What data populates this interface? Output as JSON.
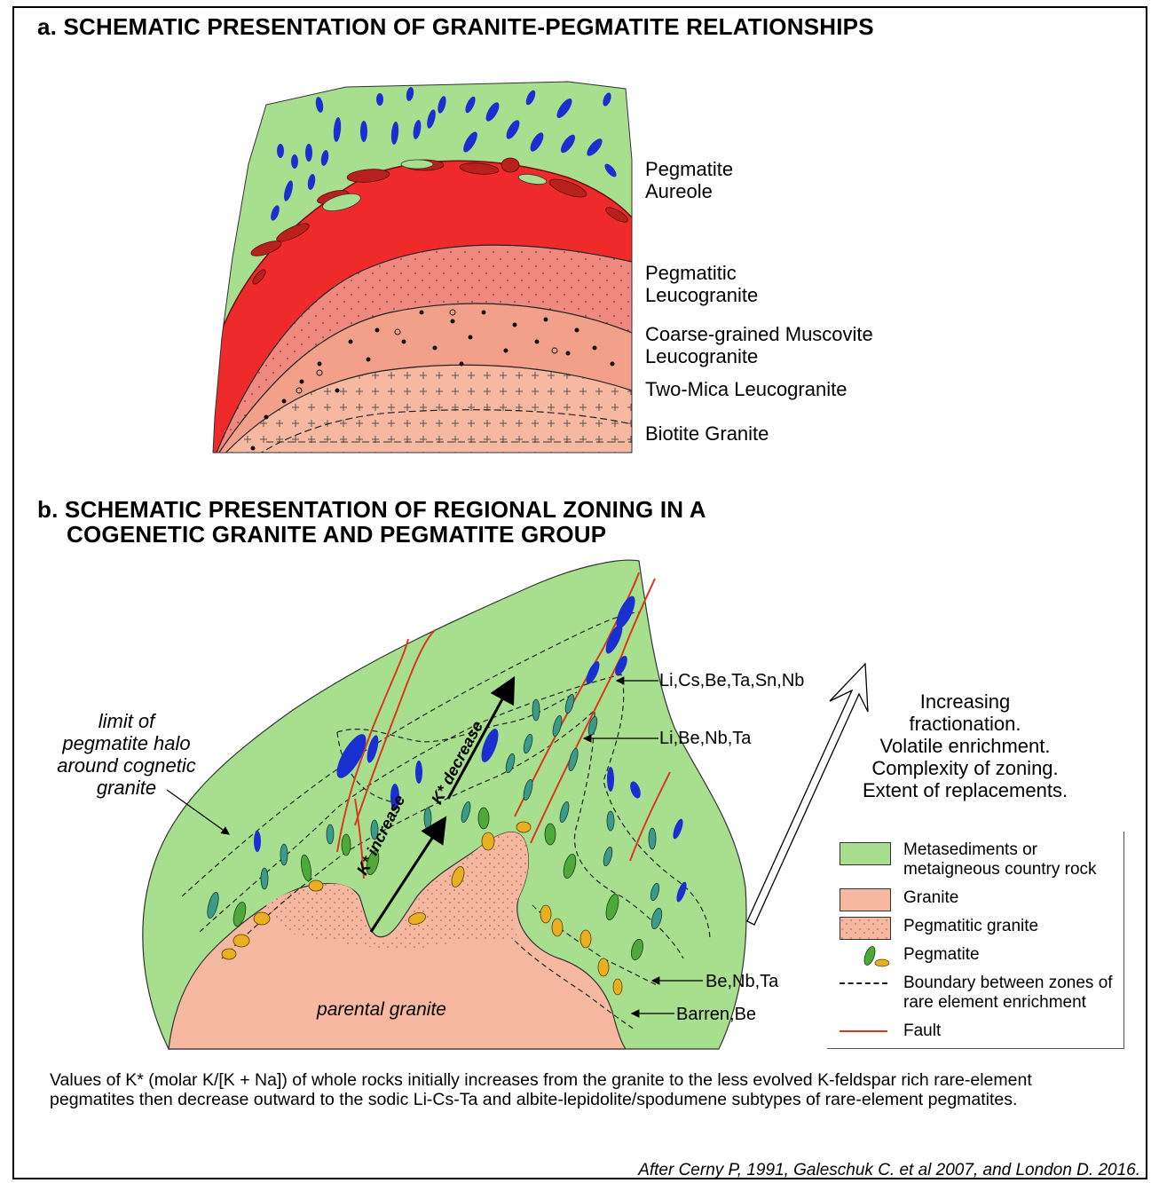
{
  "panel_a": {
    "title": "a. SCHEMATIC PRESENTATION OF GRANITE-PEGMATITE RELATIONSHIPS",
    "labels": {
      "aureole_1": "Pegmatite",
      "aureole_2": "Aureole",
      "pegleuco_1": "Pegmatitic",
      "pegleuco_2": "Leucogranite",
      "coarse_1": "Coarse-grained Muscovite",
      "coarse_2": "Leucogranite",
      "twomica": "Two-Mica Leucogranite",
      "biotite": "Biotite Granite"
    }
  },
  "panel_b": {
    "title_1": "b. SCHEMATIC PRESENTATION OF REGIONAL ZONING IN A",
    "title_2": "COGENETIC GRANITE AND PEGMATITE GROUP",
    "halo_label": [
      "limit of",
      "pegmatite halo",
      "around cognetic",
      "granite"
    ],
    "k_increase": "K* increase",
    "k_decrease": "K* decrease",
    "zone_labels": {
      "licsbe": "Li,Cs,Be,Ta,Sn,Nb",
      "libe": "Li,Be,Nb,Ta",
      "benb": "Be,Nb,Ta",
      "barren": "Barren,Be"
    },
    "parental": "parental granite",
    "fractionation_note": [
      "Increasing",
      "fractionation.",
      "Volatile enrichment.",
      "Complexity of zoning.",
      "Extent of replacements."
    ],
    "legend": [
      {
        "label_1": "Metasediments or",
        "label_2": "metaigneous country rock",
        "symbol": "green-box"
      },
      {
        "label_1": "Granite",
        "label_2": "",
        "symbol": "salmon-box"
      },
      {
        "label_1": "Pegmatitic granite",
        "label_2": "",
        "symbol": "dotted-box"
      },
      {
        "label_1": "Pegmatite",
        "label_2": "",
        "symbol": "pegmatite-pods"
      },
      {
        "label_1": "Boundary between zones of",
        "label_2": "rare element enrichment",
        "symbol": "dashed-line"
      },
      {
        "label_1": "Fault",
        "label_2": "",
        "symbol": "red-line"
      }
    ]
  },
  "caption": "Values of K* (molar K/[K + Na]) of whole rocks initially increases from the granite to the less evolved K-feldspar rich rare-element pegmatites then decrease outward to the sodic Li-Cs-Ta and albite-lepidolite/spodumene subtypes of rare-element pegmatites.",
  "credit": "After Cerny P, 1991, Galeschuk C. et al 2007, and London D. 2016.",
  "colors": {
    "country_rock": "#a8df8e",
    "granite": "#f6b8a0",
    "pegmatitic_leucogranite": "#f08a80",
    "aureole_red": "#ee2a2a",
    "pegmatite_blue": "#1a2fd0",
    "pegmatite_teal": "#3b9a8a",
    "pegmatite_green": "#4fa83a",
    "pegmatite_yellow": "#e8b020",
    "fault": "#d83a1e"
  }
}
